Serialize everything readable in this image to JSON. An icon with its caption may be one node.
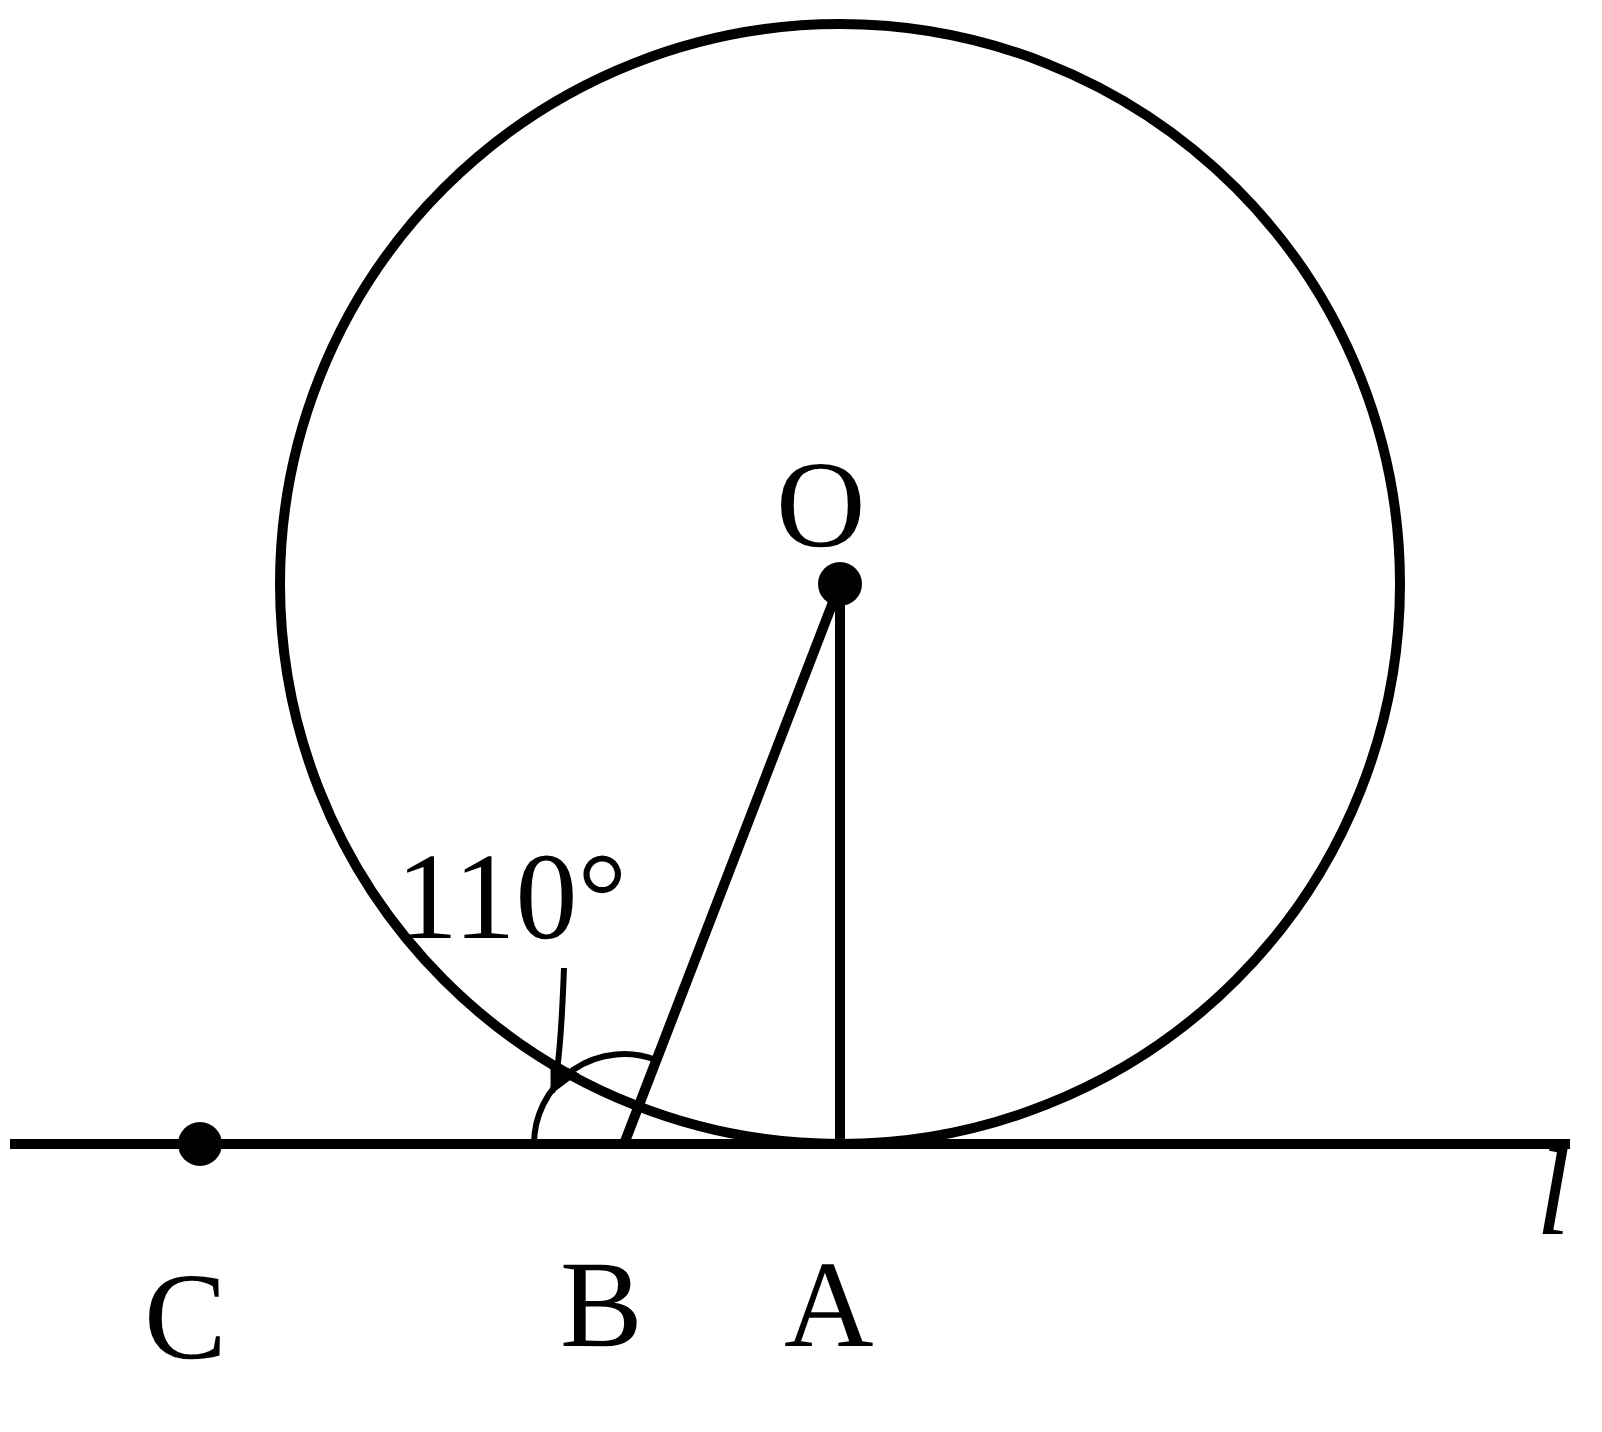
{
  "diagram": {
    "nodes": [
      {
        "text": [
          "110°"
        ]
      },
      {
        "text": [],
        "shape": "arc"
      }
    ],
    "edges": [
      {
        "from": 0,
        "to": 1,
        "arrow": "to"
      }
    ],
    "labels": [
      "O",
      "l",
      "C",
      "B",
      "A"
    ]
  }
}
